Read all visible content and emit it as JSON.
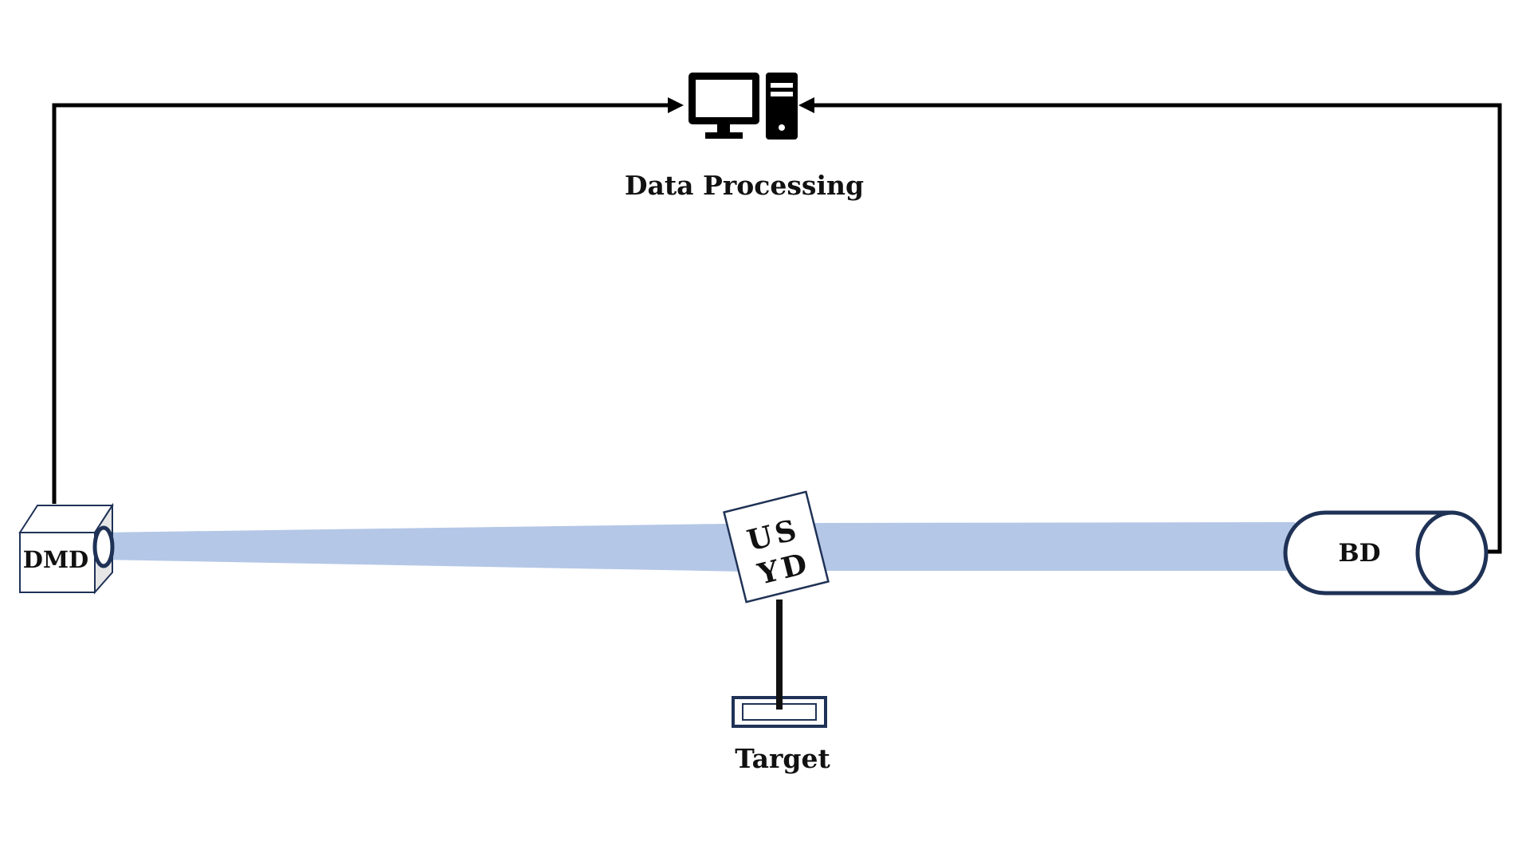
{
  "labels": {
    "data_processing": "Data Processing",
    "dmd": "DMD",
    "bd": "BD",
    "target": "Target",
    "target_glyphs": {
      "g1": "U",
      "g2": "S",
      "g3": "Y",
      "g4": "D"
    }
  },
  "colors": {
    "beam": "#b4c7e7",
    "line": "#000000",
    "outline": "#1f3256",
    "box_side": "#e6e6e6"
  },
  "icons": {
    "computer": "desktop-computer-icon"
  }
}
